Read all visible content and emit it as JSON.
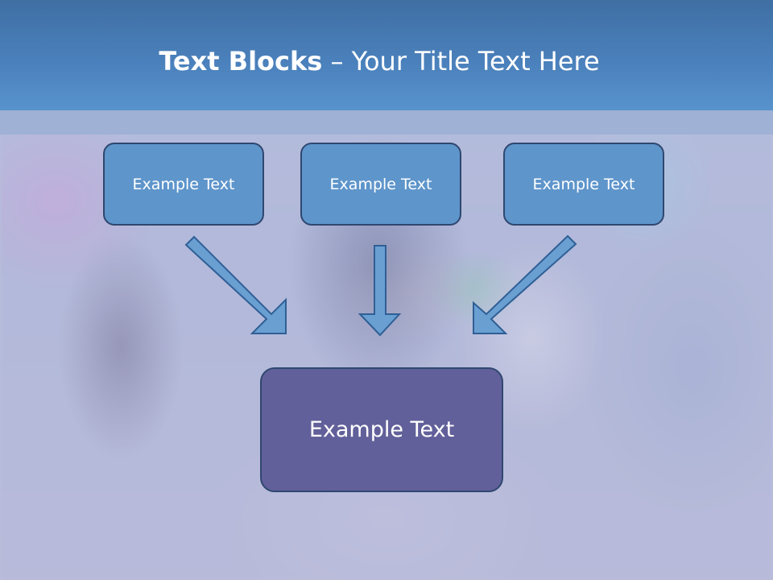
{
  "slide": {
    "title_bold": "Text Blocks",
    "title_rest": " – Your Title Text Here",
    "top_boxes": [
      {
        "label": "Example Text"
      },
      {
        "label": "Example Text"
      },
      {
        "label": "Example Text"
      }
    ],
    "main_box": {
      "label": "Example Text"
    }
  },
  "colors": {
    "title_bar": "#4a80bb",
    "top_box_fill": "#5e95cb",
    "main_box_fill": "#62609a",
    "arrow_fill": "#6a9fd2",
    "border": "#2f4770",
    "text": "#ffffff"
  }
}
